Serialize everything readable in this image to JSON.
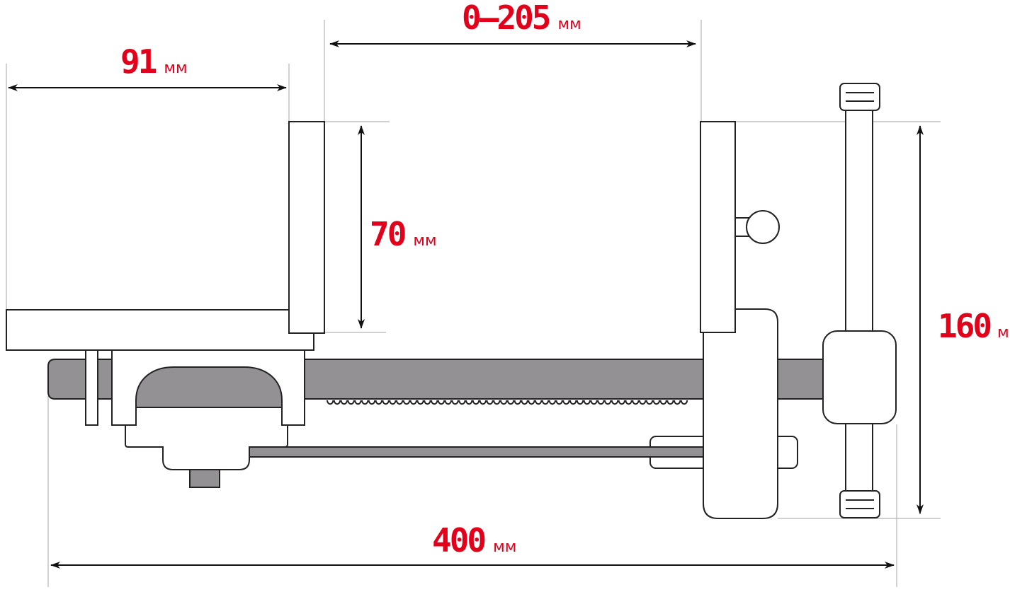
{
  "colors": {
    "label": "#e2001a",
    "line": "#222222",
    "bar": "#939194",
    "extension": "#b5b5b5"
  },
  "dimensions": {
    "jaw_width": {
      "value": "91",
      "unit": "мм"
    },
    "opening": {
      "value": "0–205",
      "unit": "мм"
    },
    "jaw_height": {
      "value": "70",
      "unit": "мм"
    },
    "total_height": {
      "value": "160",
      "unit": "мм"
    },
    "total_length": {
      "value": "400",
      "unit": "мм"
    }
  }
}
